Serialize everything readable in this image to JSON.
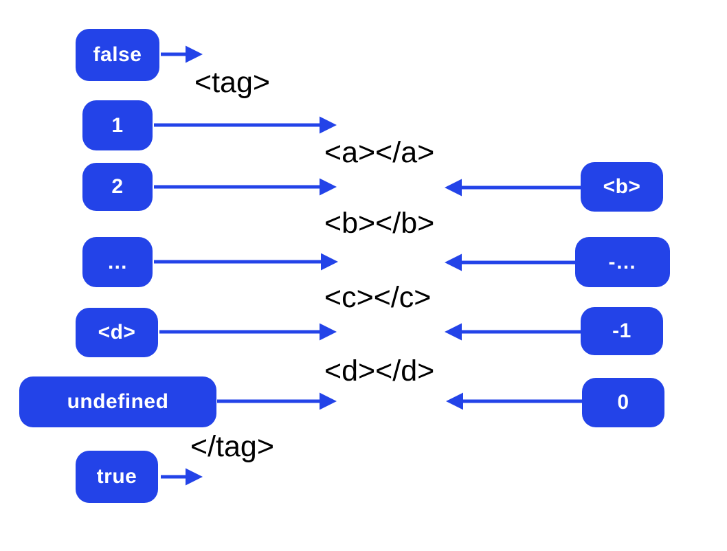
{
  "colors": {
    "accent": "#2343e8",
    "pill_text": "#ffffff",
    "code_text": "#000000",
    "background": "#ffffff"
  },
  "code_lines": [
    "<tag>",
    "<a></a>",
    "<b></b>",
    "<c></c>",
    "<d></d>",
    "</tag>"
  ],
  "left_pills": [
    "false",
    "1",
    "2",
    "…",
    "<d>",
    "undefined",
    "true"
  ],
  "right_pills": [
    "<b>",
    "-…",
    "-1",
    "0"
  ]
}
